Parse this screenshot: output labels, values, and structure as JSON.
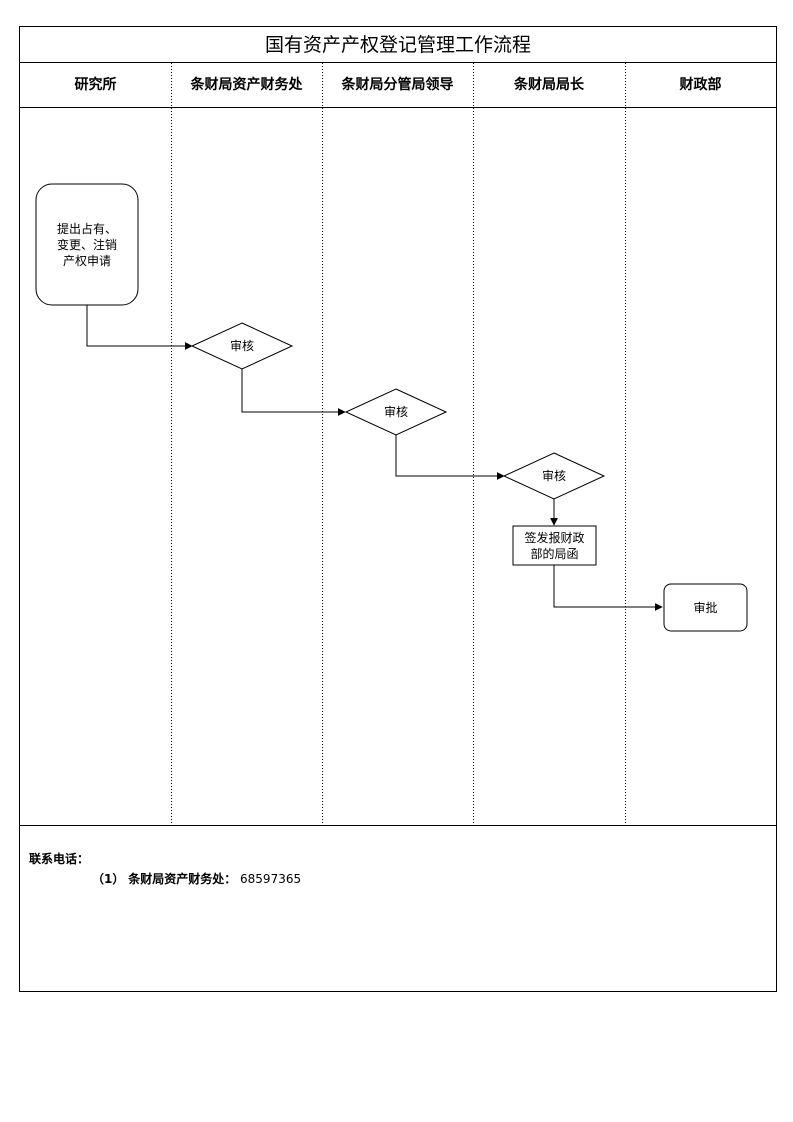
{
  "title": "国有资产产权登记管理工作流程",
  "lanes": [
    "研究所",
    "条财局资产财务处",
    "条财局分管局领导",
    "条财局局长",
    "财政部"
  ],
  "nodes": {
    "start": [
      "提出占有、",
      "变更、注销",
      "产权申请"
    ],
    "review1": "审核",
    "review2": "审核",
    "review3": "审核",
    "sign": [
      "签发报财政",
      "部的局函"
    ],
    "approve": "审批"
  },
  "footer": {
    "contact_label": "联系电话：",
    "item_prefix": "（1）",
    "item_label": "条财局资产财务处：",
    "item_phone": "68597365"
  }
}
